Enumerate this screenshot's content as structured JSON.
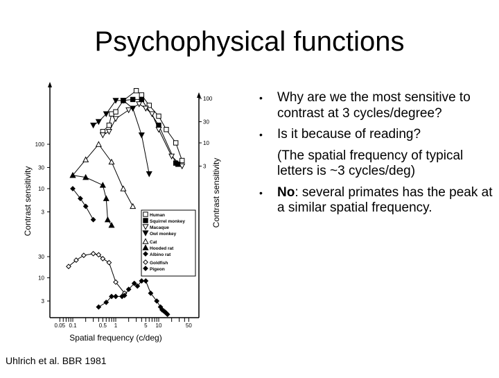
{
  "slide": {
    "title": "Psychophysical functions",
    "bullets": [
      {
        "text": "Why are we the most sensitive to contrast at 3 cycles/degree?"
      },
      {
        "text": "Is it because of reading?"
      },
      {
        "sub": "(The spatial frequency of typical letters is ~3 cycles/deg)"
      },
      {
        "bold": "No",
        "text": ": several primates has the peak at a similar spatial frequency."
      }
    ],
    "citation": "Uhlrich et al. BBR 1981"
  },
  "chart_data": {
    "type": "line",
    "title": "",
    "xlabel": "Spatial frequency (c/deg)",
    "ylabel": "Contrast sensitivity",
    "xscale": "log",
    "yscale": "log",
    "x_ticks": [
      "0.05",
      "0.1",
      "0.5",
      "1",
      "5",
      "10",
      "50"
    ],
    "left_axis_upper_ticks": [
      "100",
      "30",
      "10",
      "3"
    ],
    "left_axis_lower_ticks": [
      "30",
      "10",
      "3"
    ],
    "right_axis_ticks": [
      "100",
      "30",
      "10",
      "3"
    ],
    "legend": [
      {
        "label": "Human",
        "marker": "open-square"
      },
      {
        "label": "Squirrel monkey",
        "marker": "filled-square"
      },
      {
        "label": "Macaque",
        "marker": "open-down-triangle"
      },
      {
        "label": "Owl monkey",
        "marker": "filled-down-triangle"
      },
      {
        "label": "Cat",
        "marker": "open-triangle"
      },
      {
        "label": "Hooded rat",
        "marker": "filled-triangle"
      },
      {
        "label": "Albino rat",
        "marker": "filled-diamond"
      },
      {
        "label": "Goldfish",
        "marker": "open-diamond"
      },
      {
        "label": "Pigeon",
        "marker": "filled-diamond"
      }
    ],
    "series": [
      {
        "name": "Human",
        "axis": "right",
        "marker": "open-square",
        "x": [
          0.5,
          0.7,
          0.8,
          1.0,
          1.5,
          3.0,
          4.0,
          6.0,
          10.0,
          15.0,
          25.0,
          35.0
        ],
        "y": [
          18,
          25,
          45,
          50,
          90,
          150,
          120,
          70,
          40,
          20,
          10,
          4
        ]
      },
      {
        "name": "Squirrel monkey",
        "axis": "right",
        "marker": "filled-square",
        "x": [
          1.5,
          2.5,
          4.0,
          10.0,
          25.0,
          28.0
        ],
        "y": [
          90,
          95,
          95,
          25,
          3.5,
          3.3
        ]
      },
      {
        "name": "Macaque",
        "axis": "right",
        "marker": "open-down-triangle",
        "x": [
          0.5,
          0.7,
          1.0,
          2.0,
          3.5,
          5.0,
          7.0,
          10.0,
          20.0,
          35.0
        ],
        "y": [
          15,
          18,
          35,
          55,
          75,
          60,
          45,
          20,
          5,
          3
        ]
      },
      {
        "name": "Owl monkey",
        "axis": "right",
        "marker": "filled-down-triangle",
        "x": [
          0.3,
          0.4,
          0.6,
          1.0,
          1.5,
          2.5,
          4.0,
          6.0
        ],
        "y": [
          25,
          30,
          45,
          90,
          90,
          60,
          15,
          2
        ]
      },
      {
        "name": "Cat",
        "axis": "left-upper",
        "marker": "open-triangle",
        "x": [
          0.1,
          0.2,
          0.4,
          0.8,
          1.5,
          2.5
        ],
        "y": [
          20,
          45,
          100,
          40,
          10,
          4
        ]
      },
      {
        "name": "Hooded rat",
        "axis": "left-upper",
        "marker": "filled-triangle",
        "x": [
          0.1,
          0.2,
          0.5,
          0.6,
          0.65,
          0.8
        ],
        "y": [
          20,
          18,
          12,
          6,
          2,
          1.5
        ]
      },
      {
        "name": "Albino rat",
        "axis": "left-upper",
        "marker": "filled-diamond",
        "x": [
          0.1,
          0.15,
          0.2,
          0.3
        ],
        "y": [
          10,
          6,
          4,
          2
        ]
      },
      {
        "name": "Goldfish",
        "axis": "left-lower",
        "marker": "open-diamond",
        "x": [
          0.08,
          0.12,
          0.18,
          0.3,
          0.4,
          0.5,
          0.7,
          1.0,
          1.6
        ],
        "y": [
          18,
          25,
          32,
          35,
          33,
          27,
          22,
          8,
          4.5
        ]
      },
      {
        "name": "Pigeon",
        "axis": "left-lower",
        "marker": "filled-diamond",
        "x": [
          0.4,
          0.6,
          0.8,
          1.0,
          1.4,
          1.6,
          2.0,
          2.7,
          3.2,
          4.0,
          5.0,
          6.5,
          9.0,
          11.0,
          12.0,
          13.0,
          14.0,
          15.0,
          16.0
        ],
        "y": [
          2.2,
          2.8,
          3.8,
          3.8,
          3.8,
          4.0,
          5.5,
          7.5,
          6.5,
          8.5,
          8.5,
          4.5,
          3.0,
          2.2,
          1.9,
          1.8,
          1.7,
          1.6,
          1.5
        ]
      }
    ]
  }
}
